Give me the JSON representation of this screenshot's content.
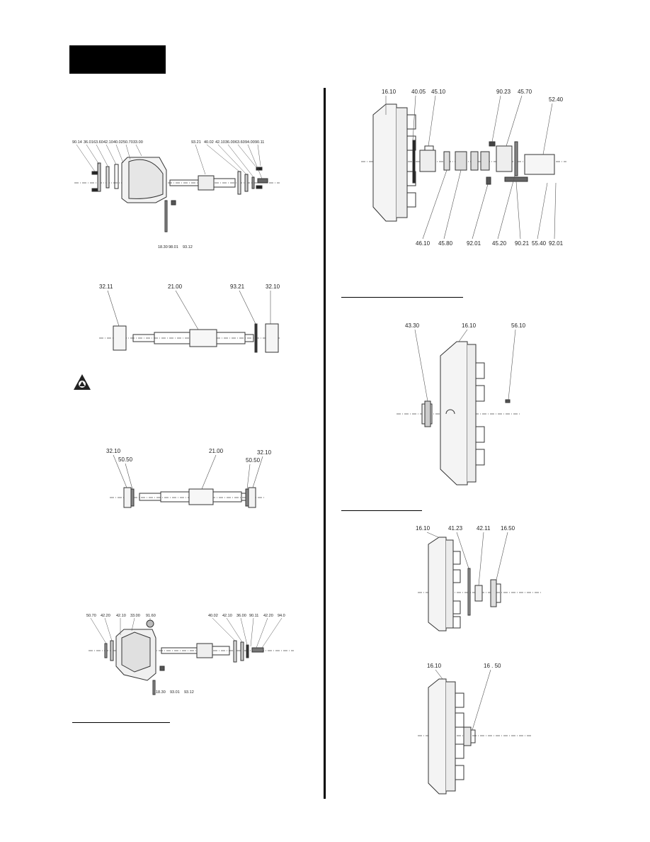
{
  "fig1": {
    "top_labels": [
      "90.14",
      "36.01",
      "63.60",
      "42.10",
      "40.02",
      "50.70",
      "33.00",
      "93.21",
      "40.02",
      "42.10",
      "36.00",
      "63.60",
      "94.00",
      "90.11"
    ],
    "bottom_labels": [
      "18.30",
      "98.01",
      "93.12"
    ]
  },
  "fig2": {
    "labels": [
      "32.11",
      "21.00",
      "93.21",
      "32.10"
    ]
  },
  "fig3": {
    "labels": [
      "32.10",
      "50.50",
      "21.00",
      "32.10",
      "50.50"
    ]
  },
  "fig4": {
    "top_labels": [
      "50.70",
      "42.20",
      "42.10",
      "33.00",
      "91.60",
      "40.02",
      "42.10",
      "36.00",
      "90.11",
      "42.20",
      "94.0"
    ],
    "bottom_labels": [
      "18.30",
      "93.01",
      "93.12"
    ]
  },
  "fig5": {
    "top_labels": [
      "16.10",
      "40.05",
      "45.10",
      "90.23",
      "45.70",
      "52.40"
    ],
    "bottom_labels": [
      "46.10",
      "45.80",
      "92.01",
      "45.20",
      "90.21",
      "55.40",
      "92.01"
    ]
  },
  "fig6": {
    "labels": [
      "43.30",
      "16.10",
      "56.10"
    ]
  },
  "fig7": {
    "labels": [
      "16.10",
      "41.23",
      "42.11",
      "16.50"
    ]
  },
  "fig8": {
    "labels": [
      "16.10",
      "16 . 50"
    ]
  }
}
